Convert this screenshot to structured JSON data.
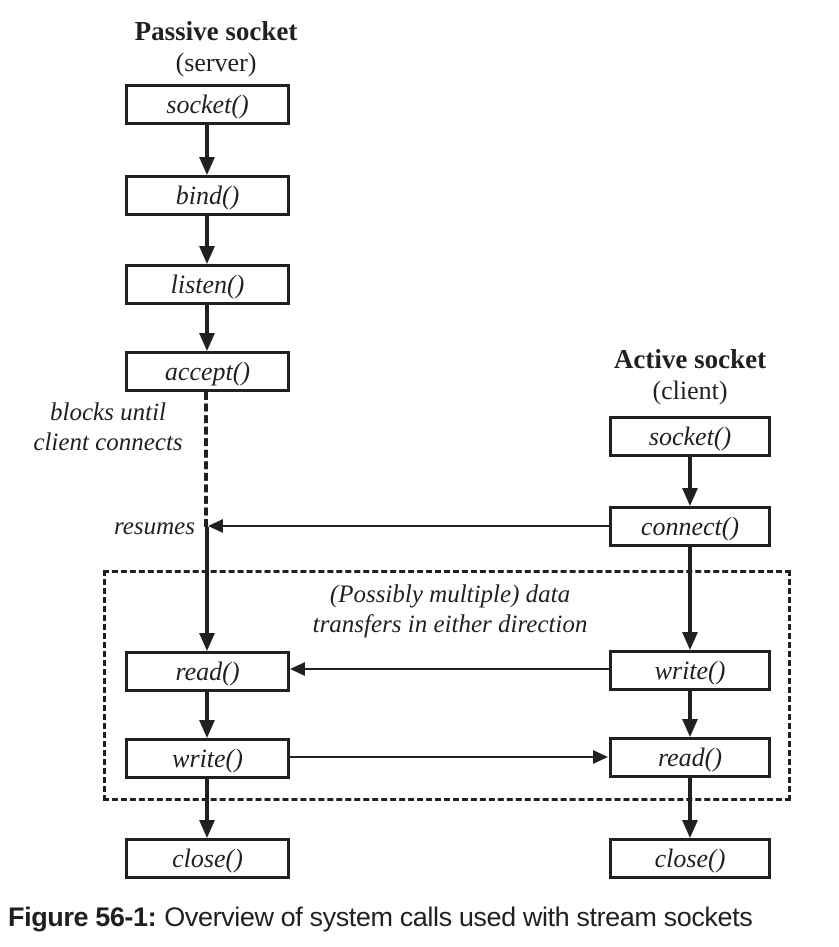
{
  "colors": {
    "ink": "#231f20",
    "paper": "#ffffff"
  },
  "server_column": {
    "title": "Passive socket",
    "subtitle": "(server)",
    "boxes": {
      "socket": "socket()",
      "bind": "bind()",
      "listen": "listen()",
      "accept": "accept()",
      "read": "read()",
      "write": "write()",
      "close": "close()"
    },
    "annotations": {
      "blocks": "blocks until\nclient connects",
      "resumes": "resumes"
    }
  },
  "client_column": {
    "title": "Active socket",
    "subtitle": "(client)",
    "boxes": {
      "socket": "socket()",
      "connect": "connect()",
      "write": "write()",
      "read": "read()",
      "close": "close()"
    }
  },
  "transfer_region": {
    "label": "(Possibly multiple) data\ntransfers in either direction"
  },
  "caption": {
    "prefix": "Figure 56-1:",
    "text": "Overview of system calls used with stream sockets"
  }
}
